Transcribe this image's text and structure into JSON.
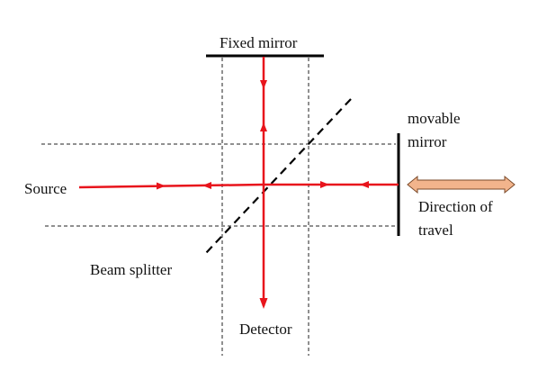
{
  "labels": {
    "fixed_mirror": "Fixed mirror",
    "movable_mirror_line1": "movable",
    "movable_mirror_line2": "mirror",
    "source": "Source",
    "direction_line1": "Direction of",
    "direction_line2": "travel",
    "beam_splitter": "Beam splitter",
    "detector": "Detector"
  },
  "colors": {
    "beam": "#e8141c",
    "mirror": "#000000",
    "guide_line": "#222222",
    "travel_arrow_fill": "#f2b48c",
    "travel_arrow_stroke": "#7a4a2a"
  }
}
